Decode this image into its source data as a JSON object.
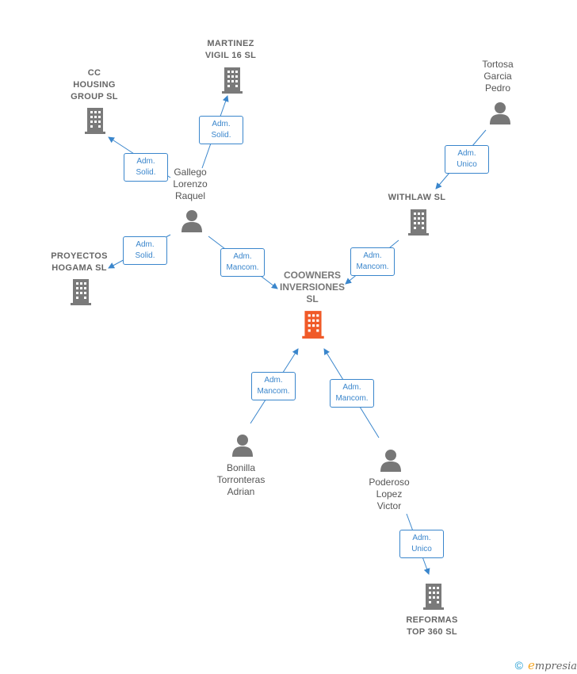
{
  "nodes": {
    "main": {
      "label": "COOWNERS\nINVERSIONES\nSL"
    },
    "cc_housing": {
      "label": "CC\nHOUSING\nGROUP  SL"
    },
    "martinez": {
      "label": "MARTINEZ\nVIGIL 16  SL"
    },
    "tortosa": {
      "label": "Tortosa\nGarcia\nPedro"
    },
    "gallego": {
      "label": "Gallego\nLorenzo\nRaquel"
    },
    "withlaw": {
      "label": "WITHLAW  SL"
    },
    "proyectos": {
      "label": "PROYECTOS\nHOGAMA  SL"
    },
    "bonilla": {
      "label": "Bonilla\nTorronteras\nAdrian"
    },
    "poderoso": {
      "label": "Poderoso\nLopez\nVictor"
    },
    "reformas": {
      "label": "REFORMAS\nTOP 360  SL"
    }
  },
  "relations": {
    "gallego_cc": "Adm.\nSolid.",
    "gallego_martinez": "Adm.\nSolid.",
    "gallego_proyectos": "Adm.\nSolid.",
    "gallego_main": "Adm.\nMancom.",
    "tortosa_withlaw": "Adm.\nUnico",
    "withlaw_main": "Adm.\nMancom.",
    "bonilla_main": "Adm.\nMancom.",
    "poderoso_main": "Adm.\nMancom.",
    "poderoso_reformas": "Adm.\nUnico"
  },
  "colors": {
    "edge": "#3a86cc",
    "building": "#7a7a7a",
    "building_main": "#f05a28",
    "person": "#777777"
  },
  "footer": {
    "copyright": "©",
    "brand_initial": "e",
    "brand_rest": "mpresia"
  }
}
